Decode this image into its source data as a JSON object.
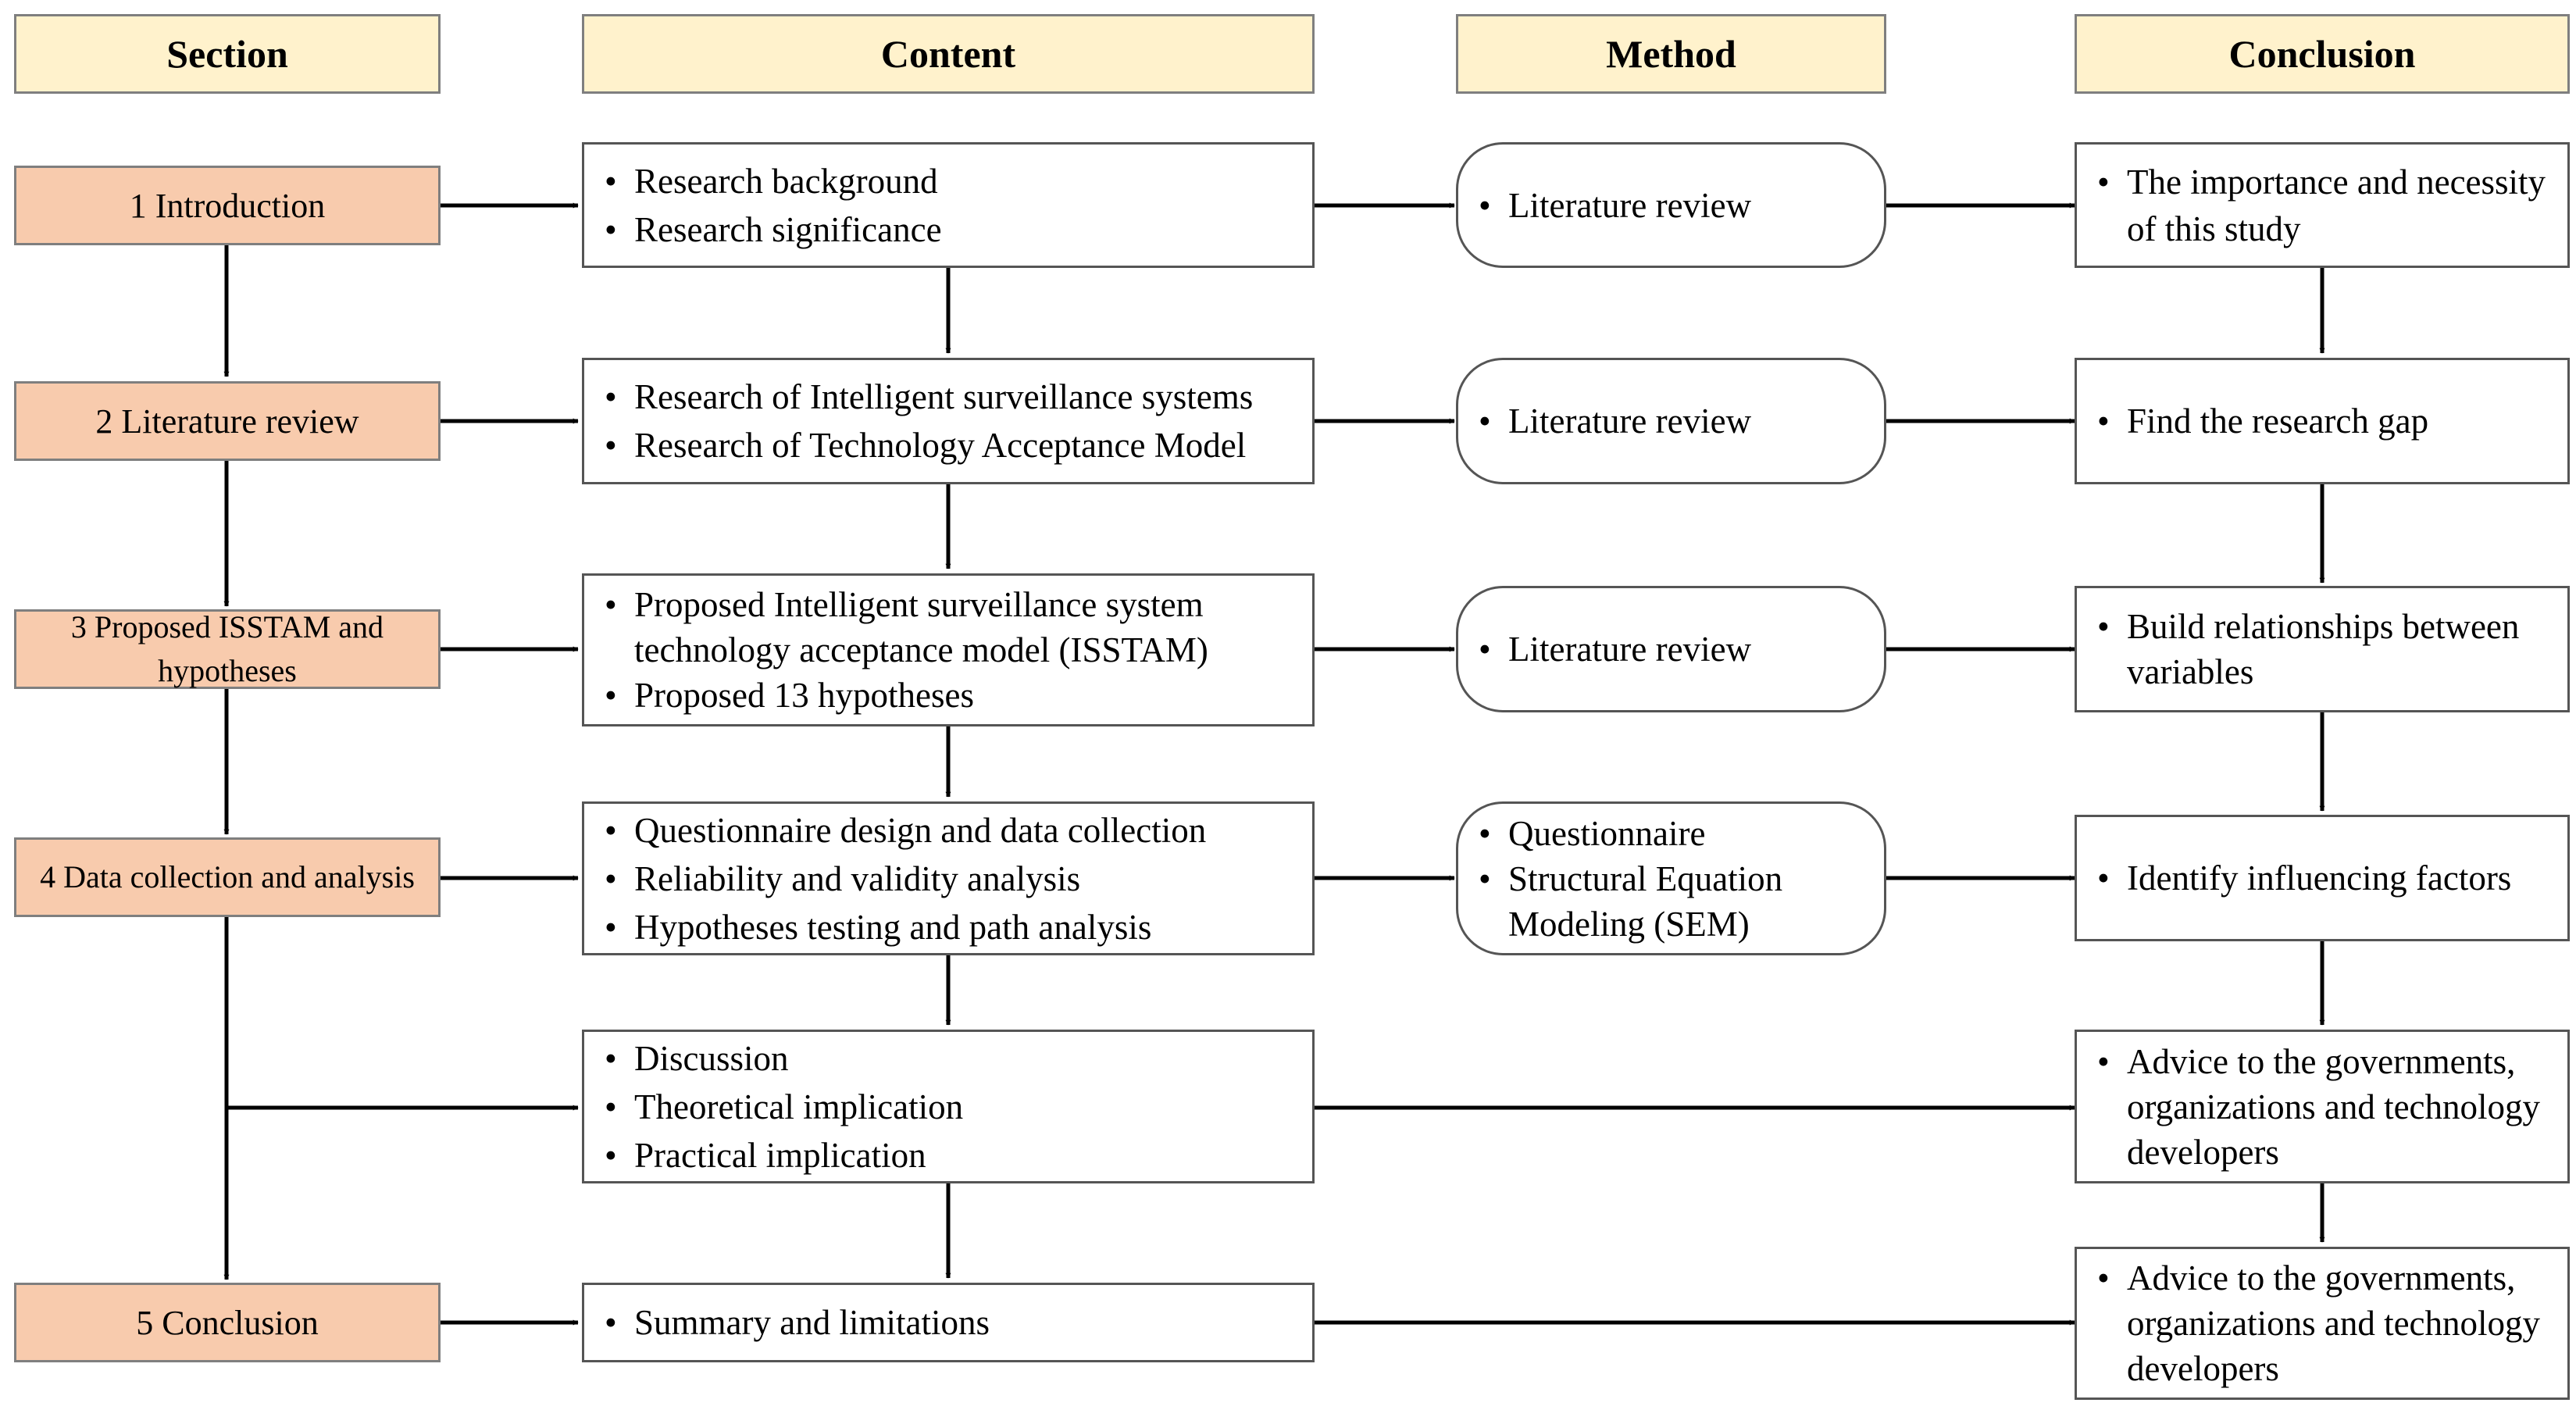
{
  "headers": {
    "section": "Section",
    "content": "Content",
    "method": "Method",
    "conclusion": "Conclusion"
  },
  "rows": [
    {
      "section": "1 Introduction",
      "content": [
        "Research background",
        "Research significance"
      ],
      "method": [
        "Literature review"
      ],
      "conclusion": [
        "The importance and necessity of this study"
      ]
    },
    {
      "section": "2 Literature review",
      "content": [
        "Research of Intelligent surveillance systems",
        "Research of Technology Acceptance Model"
      ],
      "method": [
        "Literature review"
      ],
      "conclusion": [
        "Find the research gap"
      ]
    },
    {
      "section": "3 Proposed ISSTAM and hypotheses",
      "content": [
        "Proposed Intelligent surveillance system technology acceptance model (ISSTAM)",
        "Proposed 13 hypotheses"
      ],
      "method": [
        "Literature review"
      ],
      "conclusion": [
        "Build relationships between variables"
      ]
    },
    {
      "section": "4 Data collection and analysis",
      "content": [
        "Questionnaire design and data collection",
        "Reliability and validity analysis",
        "Hypotheses testing and path analysis"
      ],
      "method": [
        "Questionnaire",
        "Structural Equation Modeling (SEM)"
      ],
      "conclusion": [
        "Identify influencing factors"
      ]
    },
    {
      "content": [
        "Discussion",
        "Theoretical implication",
        "Practical implication"
      ],
      "conclusion": [
        "Advice to the governments, organizations and technology developers"
      ]
    },
    {
      "section": "5 Conclusion",
      "content": [
        "Summary and limitations"
      ],
      "conclusion": [
        "Advice to the governments, organizations and technology developers"
      ]
    }
  ]
}
